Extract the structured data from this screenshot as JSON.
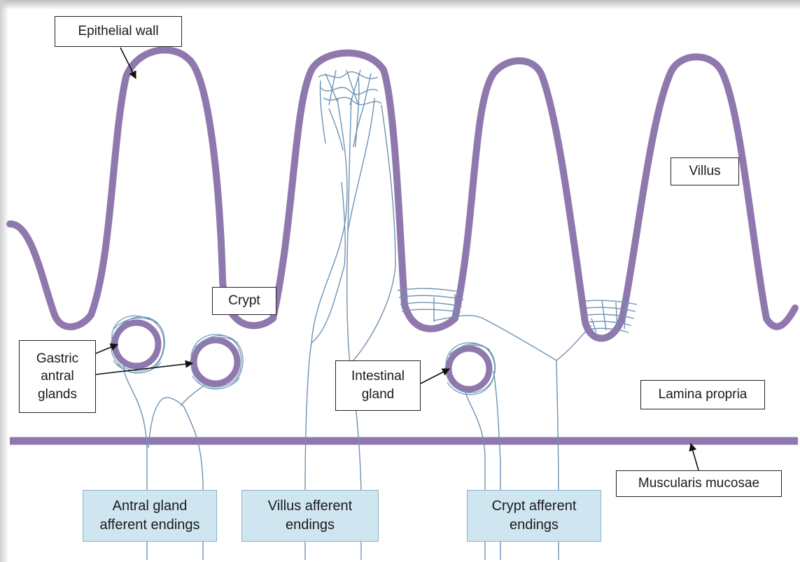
{
  "colors": {
    "tissue": "#8f78ae",
    "nerve": "#6f93b4",
    "label_fill": "#ffffff",
    "ending_label_fill": "#cfe6f1"
  },
  "labels": {
    "epithelial_wall": "Epithelial wall",
    "villus": "Villus",
    "crypt": "Crypt",
    "gastric_antral_glands": "Gastric\nantral\nglands",
    "intestinal_gland": "Intestinal\ngland",
    "lamina_propria": "Lamina propria",
    "muscularis_mucosae": "Muscularis mucosae",
    "antral_gland_afferent_endings": "Antral gland\nafferent endings",
    "villus_afferent_endings": "Villus afferent\nendings",
    "crypt_afferent_endings": "Crypt afferent\nendings"
  }
}
